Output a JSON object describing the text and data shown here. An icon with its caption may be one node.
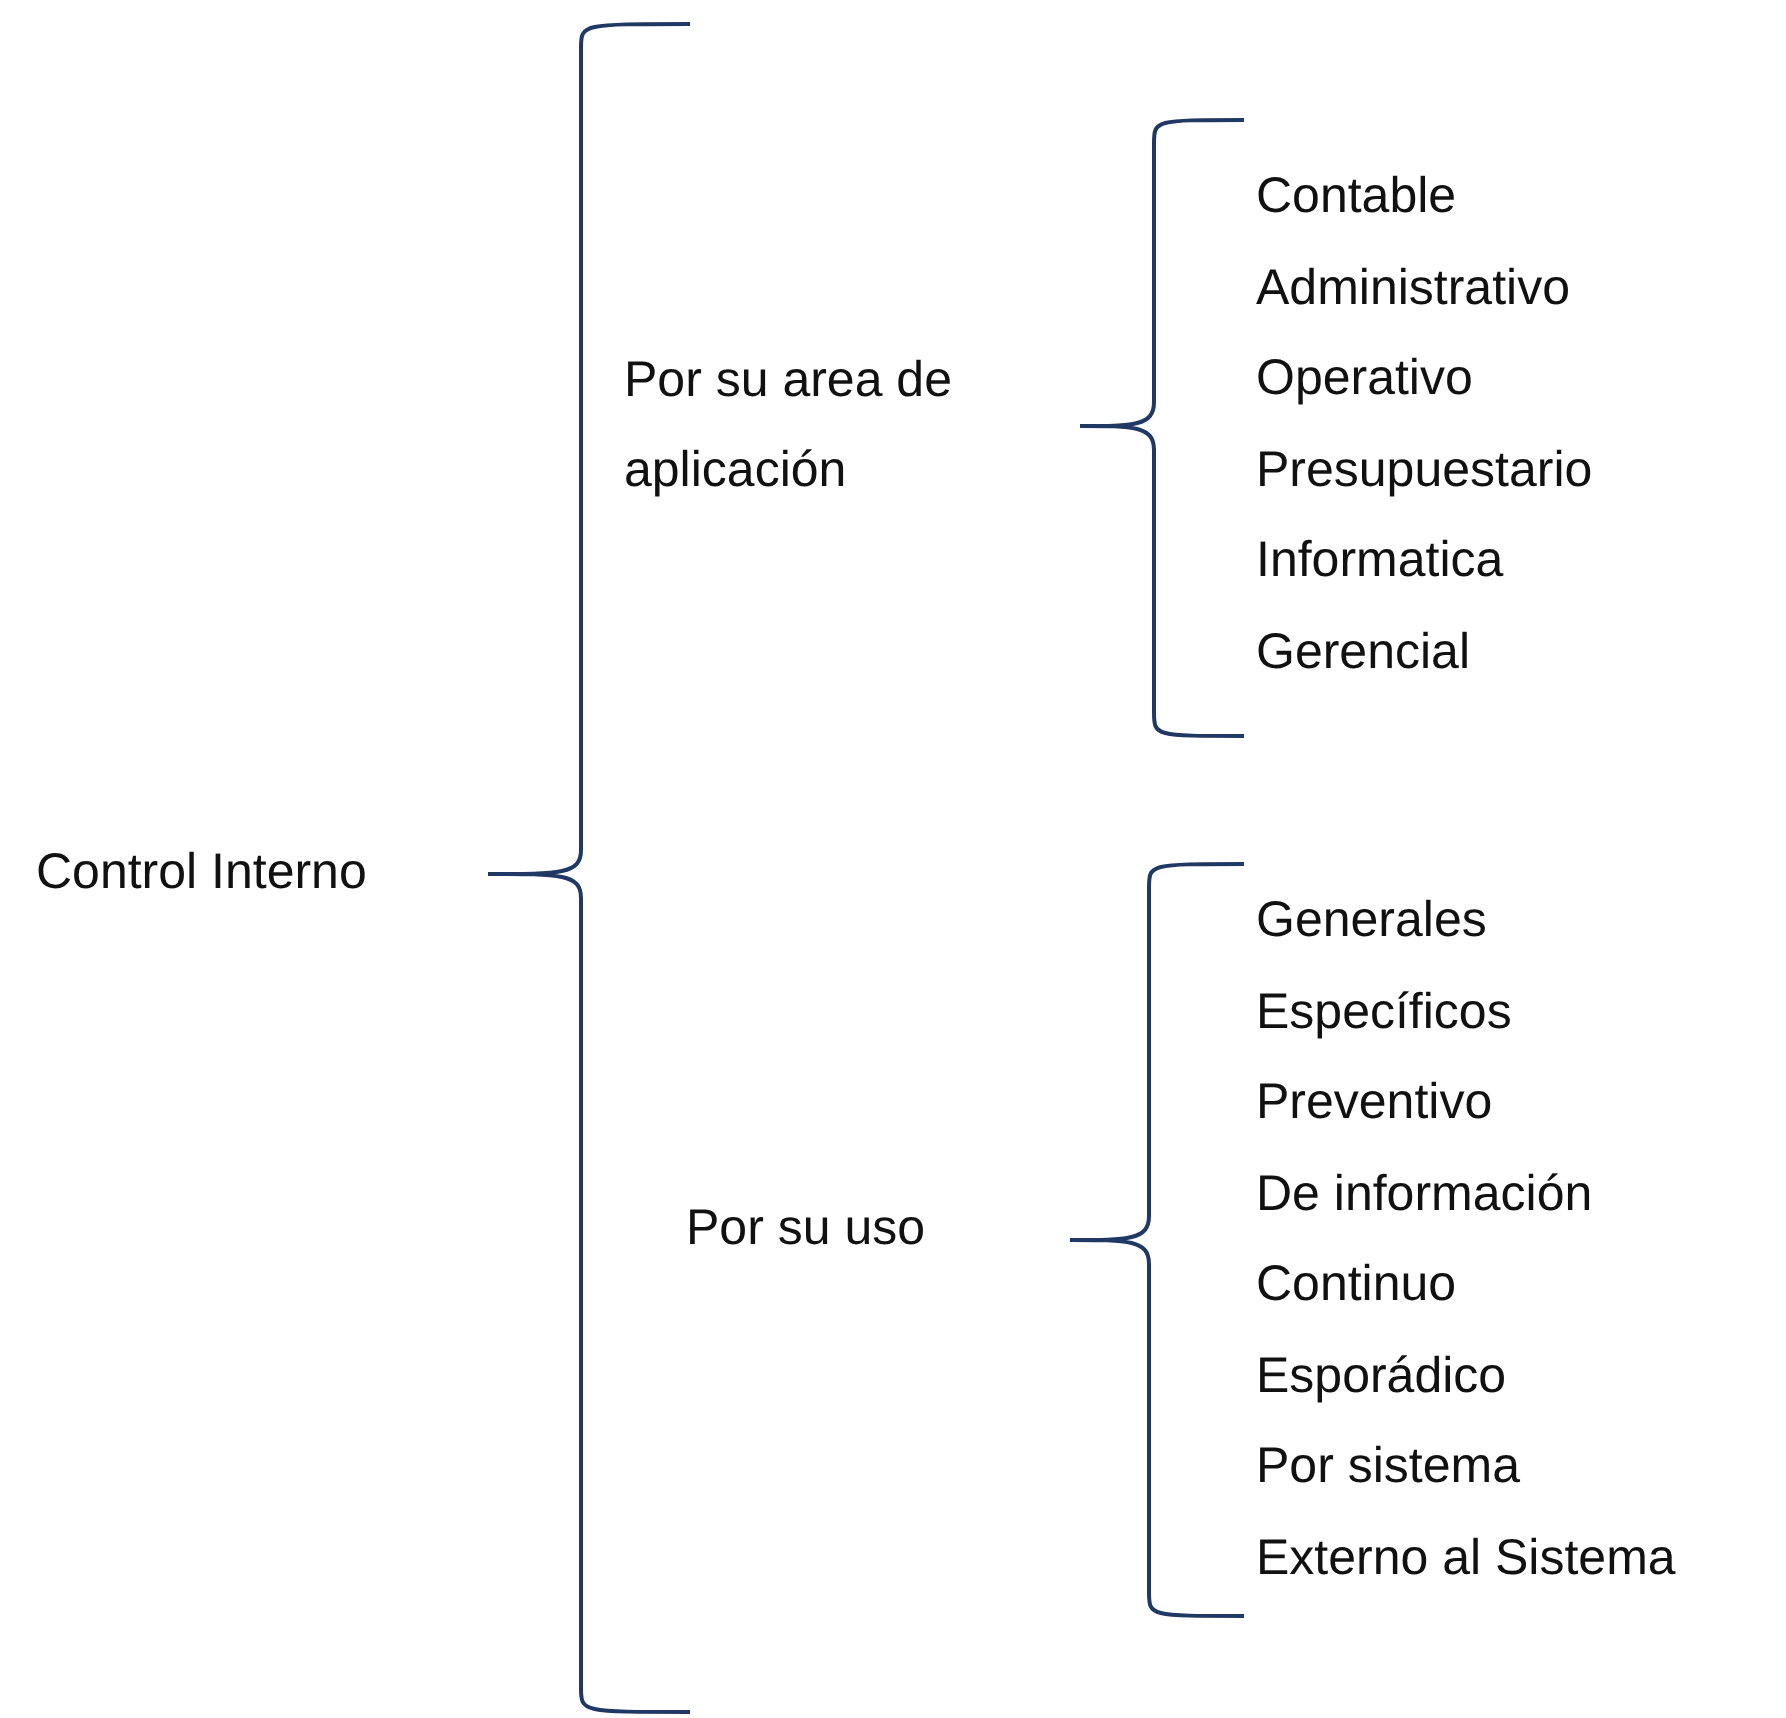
{
  "diagram": {
    "labels": [
      "Control Interno",
      "Por su area de aplicación",
      "Contable",
      "Administrativo",
      "Operativo",
      "Presupuestario",
      "Informatica",
      "Gerencial",
      "Por su uso",
      "Generales",
      "Específicos",
      "Preventivo",
      "De información",
      "Continuo",
      "Esporádico",
      "Por sistema",
      "Externo al Sistema"
    ]
  }
}
